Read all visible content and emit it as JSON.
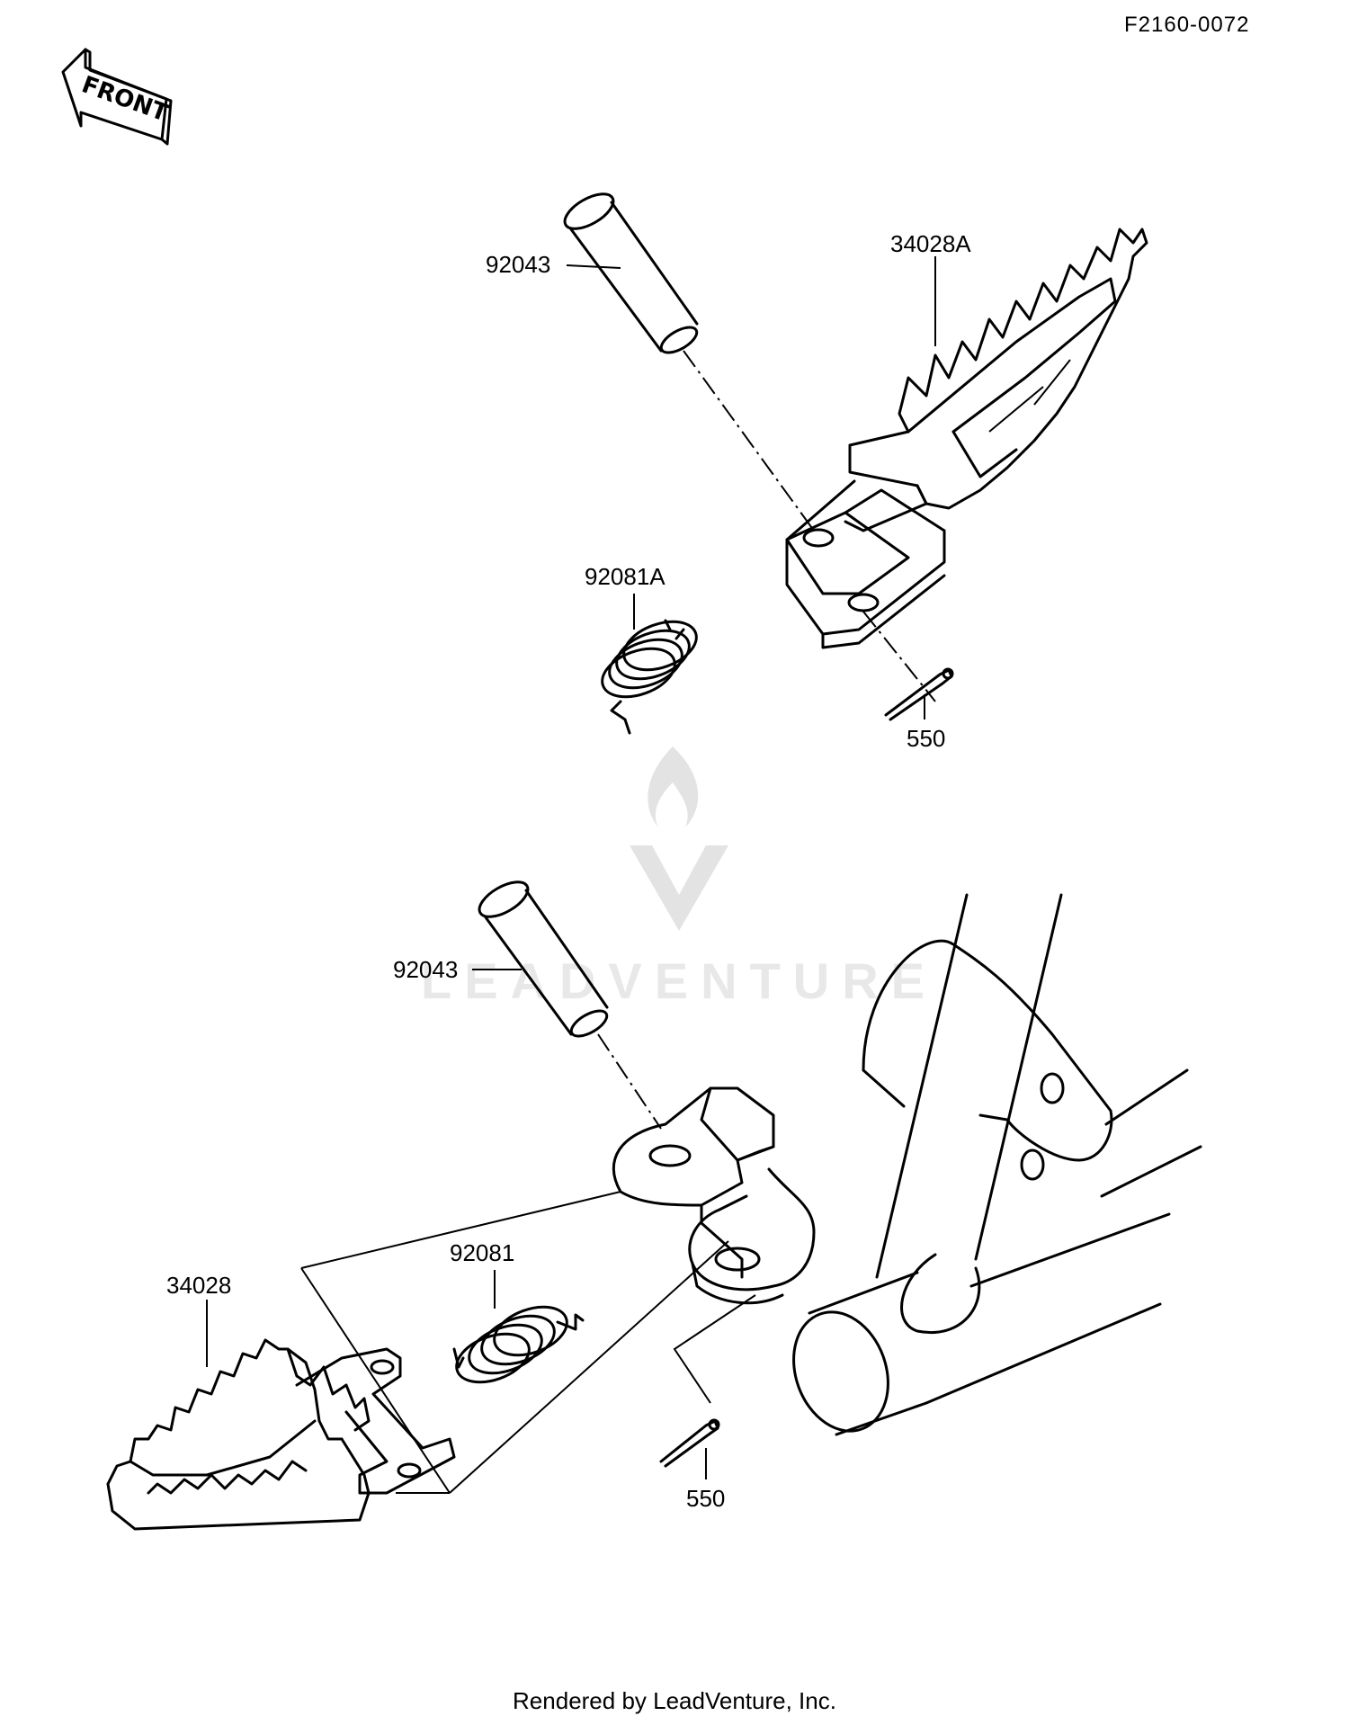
{
  "diagram_code": "F2160-0072",
  "front_label": "FRONT",
  "watermark": "LEADVENTURE",
  "footer": "Rendered by LeadVenture, Inc.",
  "upper_assembly": {
    "pin": "92043",
    "footpeg": "34028A",
    "spring": "92081A",
    "cotter_pin": "550"
  },
  "lower_assembly": {
    "pin": "92043",
    "footpeg": "34028",
    "spring": "92081",
    "cotter_pin": "550"
  }
}
